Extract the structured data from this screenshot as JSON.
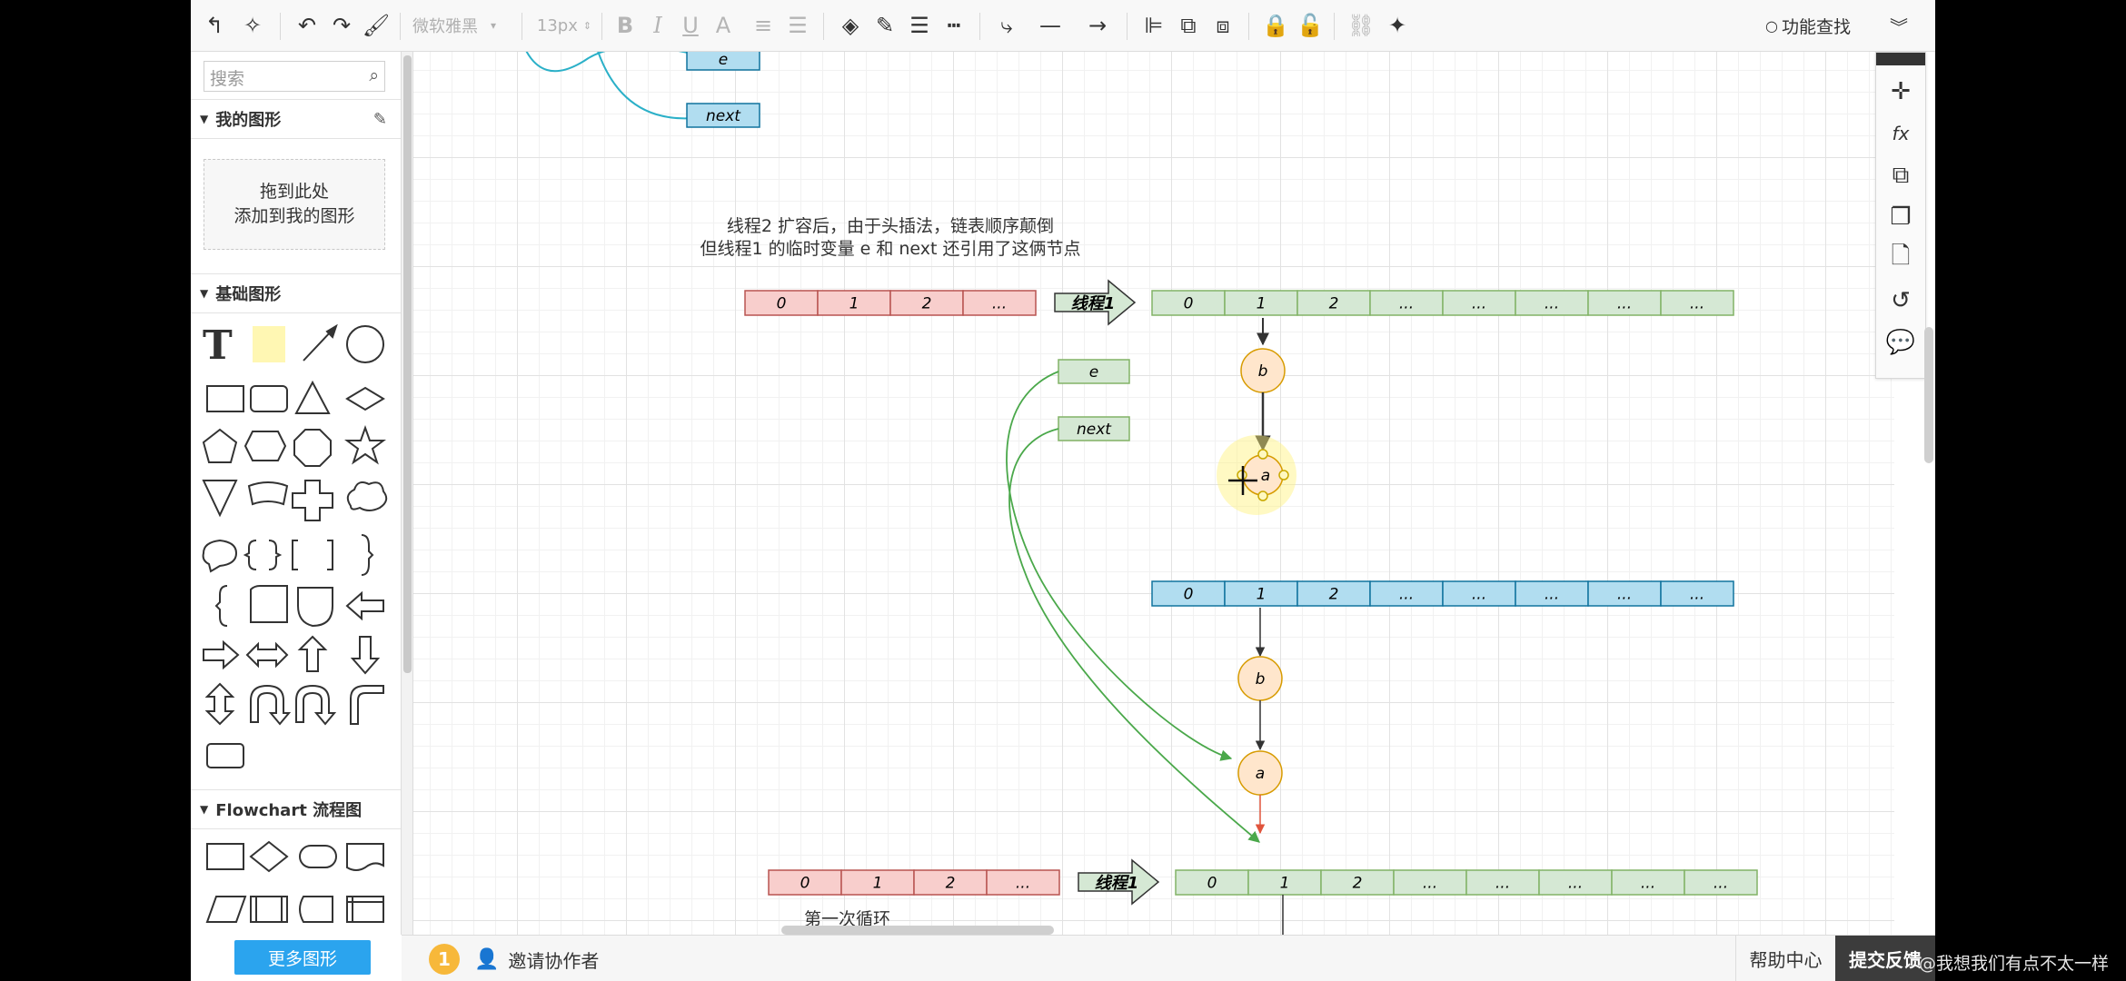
{
  "toolbar": {
    "font_name": "微软雅黑",
    "font_size": "13px",
    "search_label": "功能查找"
  },
  "left_panel": {
    "search_placeholder": "搜索",
    "my_shapes": {
      "title": "我的图形",
      "drop_line1": "拖到此处",
      "drop_line2": "添加到我的图形"
    },
    "basic_shapes": {
      "title": "基础图形"
    },
    "flowchart": {
      "title": "Flowchart 流程图"
    },
    "more_shapes_label": "更多图形"
  },
  "diagram": {
    "annotation_line1": "线程2 扩容后，由于头插法，链表顺序颠倒",
    "annotation_line2": "但线程1 的临时变量 e 和 next 还引用了这俩节点",
    "top_vars": {
      "e": "e",
      "next": "next"
    },
    "mid_vars": {
      "e": "e",
      "next": "next"
    },
    "thread_label": "线程1",
    "old_array_cells": [
      "0",
      "1",
      "2",
      "..."
    ],
    "new_array_cells": [
      "0",
      "1",
      "2",
      "...",
      "...",
      "...",
      "...",
      "..."
    ],
    "blue_array_cells": [
      "0",
      "1",
      "2",
      "...",
      "...",
      "...",
      "...",
      "..."
    ],
    "node_b": "b",
    "node_a": "a",
    "bottom_label": "第一次循环"
  },
  "colors": {
    "pink_fill": "#f8cecc",
    "pink_stroke": "#b85450",
    "green_fill": "#d5e8d4",
    "green_stroke": "#82b366",
    "blue_fill": "#b1ddf0",
    "blue_stroke": "#10739e",
    "node_fill": "#ffe6cc",
    "node_stroke": "#d79b00",
    "green_line": "#4aa84a",
    "teal_line": "#2bb0c8",
    "red_arrow": "#e0543c"
  },
  "bottombar": {
    "collab_count": "1",
    "invite_label": "邀请协作者",
    "help_label": "帮助中心",
    "feedback_label": "提交反馈"
  },
  "watermark": {
    "user": "@我想我们有点不太一样"
  }
}
